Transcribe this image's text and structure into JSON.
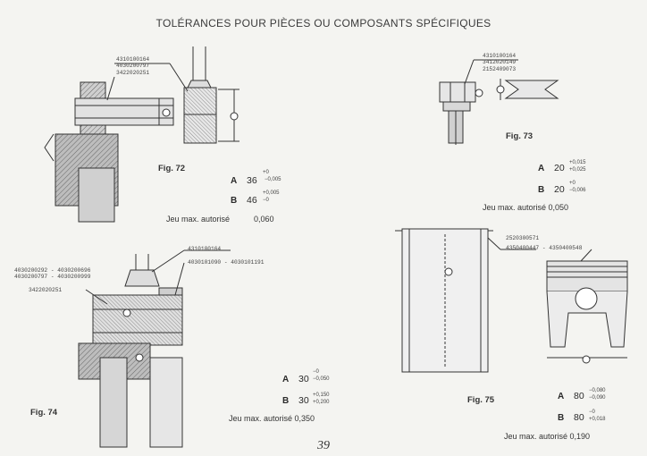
{
  "title": "TOLÉRANCES POUR PIÈCES OU COMPOSANTS SPÉCIFIQUES",
  "page_number": "39",
  "figures": {
    "fig72": {
      "label": "Fig. 72",
      "refs": [
        "4310100164",
        "4030200797",
        "3422020251"
      ],
      "dims": [
        {
          "letter": "A",
          "nominal": "36",
          "upper": "+0",
          "lower": "−0,005"
        },
        {
          "letter": "B",
          "nominal": "46",
          "upper": "+0,005",
          "lower": "−0"
        }
      ],
      "jeu_label": "Jeu max. autorisé",
      "jeu_value": "0,060"
    },
    "fig73": {
      "label": "Fig. 73",
      "refs": [
        "4310100164",
        "3412020149",
        "2152409073"
      ],
      "dims": [
        {
          "letter": "A",
          "nominal": "20",
          "upper": "+0,015",
          "lower": "+0,025"
        },
        {
          "letter": "B",
          "nominal": "20",
          "upper": "+0",
          "lower": "−0,006"
        }
      ],
      "jeu_text": "Jeu max. autorisé 0,050"
    },
    "fig74": {
      "label": "Fig. 74",
      "refs_left": [
        "4030200292 - 4030200696",
        "4030200797 - 4030200999",
        "3422020251"
      ],
      "ref_top": "4310100164",
      "ref_mid": "4030101090 - 4030101191",
      "dims": [
        {
          "letter": "A",
          "nominal": "30",
          "upper": "−0",
          "lower": "−0,050"
        },
        {
          "letter": "B",
          "nominal": "30",
          "upper": "+0,150",
          "lower": "+0,200"
        }
      ],
      "jeu_text": "Jeu max. autorisé 0,350"
    },
    "fig75": {
      "label": "Fig. 75",
      "refs": [
        "2520300571",
        "4350400447 - 4350400548"
      ],
      "dims": [
        {
          "letter": "A",
          "nominal": "80",
          "upper": "−0,080",
          "lower": "−0,090"
        },
        {
          "letter": "B",
          "nominal": "80",
          "upper": "−0",
          "lower": "+0,018"
        }
      ],
      "jeu_text": "Jeu max. autorisé 0,190"
    }
  }
}
